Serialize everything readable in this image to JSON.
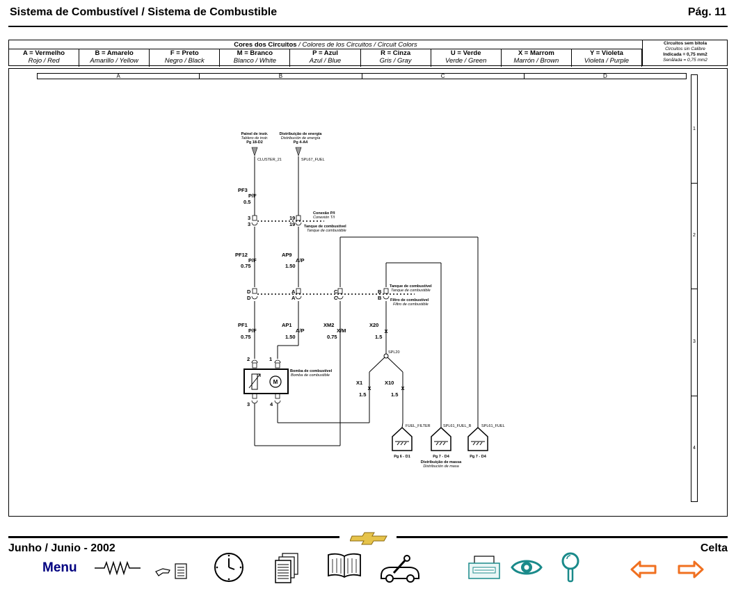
{
  "header": {
    "title": "Sistema de Combustível / Sistema de Combustible",
    "page": "Pág. 11"
  },
  "color_table": {
    "title_bold": "Cores dos Circuitos",
    "title_rest": " / Colores de los Circuitos / Circuit Colors",
    "colors": [
      {
        "code": "A = Vermelho",
        "names": "Rojo / Red"
      },
      {
        "code": "B = Amarelo",
        "names": "Amarillo / Yellow"
      },
      {
        "code": "F = Preto",
        "names": "Negro / Black"
      },
      {
        "code": "M = Branco",
        "names": "Blanco / White"
      },
      {
        "code": "P = Azul",
        "names": "Azul / Blue"
      },
      {
        "code": "R = Cinza",
        "names": "Gris / Gray"
      },
      {
        "code": "U = Verde",
        "names": "Verde / Green"
      },
      {
        "code": "X = Marrom",
        "names": "Marrón / Brown"
      },
      {
        "code": "Y = Violeta",
        "names": "Violeta / Purple"
      }
    ],
    "gauge_note": {
      "line1": "Circuitos sem bitola",
      "line2": "Circuitos sin Calibre",
      "line3": "Indicada = 0,75 mm2",
      "line4": "Senãlada = 0,75 mm2"
    }
  },
  "grid": {
    "columns": [
      "A",
      "B",
      "C",
      "D"
    ],
    "rows": [
      "1",
      "2",
      "3",
      "4"
    ]
  },
  "diagram": {
    "src_left": {
      "pt": "Painel de instr.",
      "es": "Tablero de instr.",
      "ref": "Pg 18-D2",
      "net": "CLUSTER_21"
    },
    "src_right": {
      "pt": "Distribuição de energia",
      "es": "Distribución de energía",
      "ref": "Pg 4-A4",
      "net": "SPL67_FUEL"
    },
    "conn1": {
      "pt": "Conexão P/I",
      "es": "Conexión T/I"
    },
    "tank1": {
      "pt": "Tanque de combustível",
      "es": "Tanque de combustible"
    },
    "tank2": {
      "pt": "Tanque de combustível",
      "es": "Tanque de combustible"
    },
    "filter": {
      "pt": "Filtro de combustível",
      "es": "Filtro de combustible"
    },
    "pump": {
      "pt": "Bomba de combustível",
      "es": "Bomba de combustible"
    },
    "wires": {
      "pf3": {
        "name": "PF3",
        "color": "P/F",
        "size": "0.5"
      },
      "pf12": {
        "name": "PF12",
        "color": "P/F",
        "size": "0.75"
      },
      "ap9": {
        "name": "AP9",
        "color": "A/P",
        "size": "1.50"
      },
      "pf1": {
        "name": "PF1",
        "color": "P/F",
        "size": "0.75"
      },
      "ap1": {
        "name": "AP1",
        "color": "A/P",
        "size": "1.50"
      },
      "xm2": {
        "name": "XM2",
        "color": "X/M",
        "size": "0.75"
      },
      "x20": {
        "name": "X20",
        "color": "X",
        "size": "1.5"
      },
      "x1": {
        "name": "X1",
        "color": "X",
        "size": "1.5"
      },
      "x10": {
        "name": "X10",
        "color": "X",
        "size": "1.5"
      }
    },
    "pins": {
      "p3": "3",
      "p19": "19",
      "pd": "D",
      "pa": "A",
      "pc": "C",
      "pb": "B",
      "p2": "2",
      "p1": "1",
      "p3b": "3",
      "p4": "4"
    },
    "splice": "SPL20",
    "grounds": [
      {
        "net": "FUEL_FILTER",
        "ref": "Pg 6 - D1"
      },
      {
        "net": "SPL61_FUEL_B",
        "ref": "Pg 7 - D4"
      },
      {
        "net": "SPL61_FUEL",
        "ref": "Pg 7 - D4"
      }
    ],
    "ground_label": {
      "pt": "Distribuição de massa",
      "es": "Distribución de masa"
    }
  },
  "footer": {
    "date": "Junho / Junio - 2002",
    "model": "Celta",
    "menu": "Menu"
  },
  "nav_icons": [
    "resistor-icon",
    "index-icon",
    "clock-icon",
    "documents-icon",
    "book-icon",
    "tools-icon",
    "printer-icon",
    "eye-icon",
    "magnifier-icon",
    "back-arrow-icon",
    "forward-arrow-icon"
  ],
  "accent_colors": {
    "menu": "#000080",
    "arrows": "#f07020",
    "teal": "#1a8a8a"
  }
}
